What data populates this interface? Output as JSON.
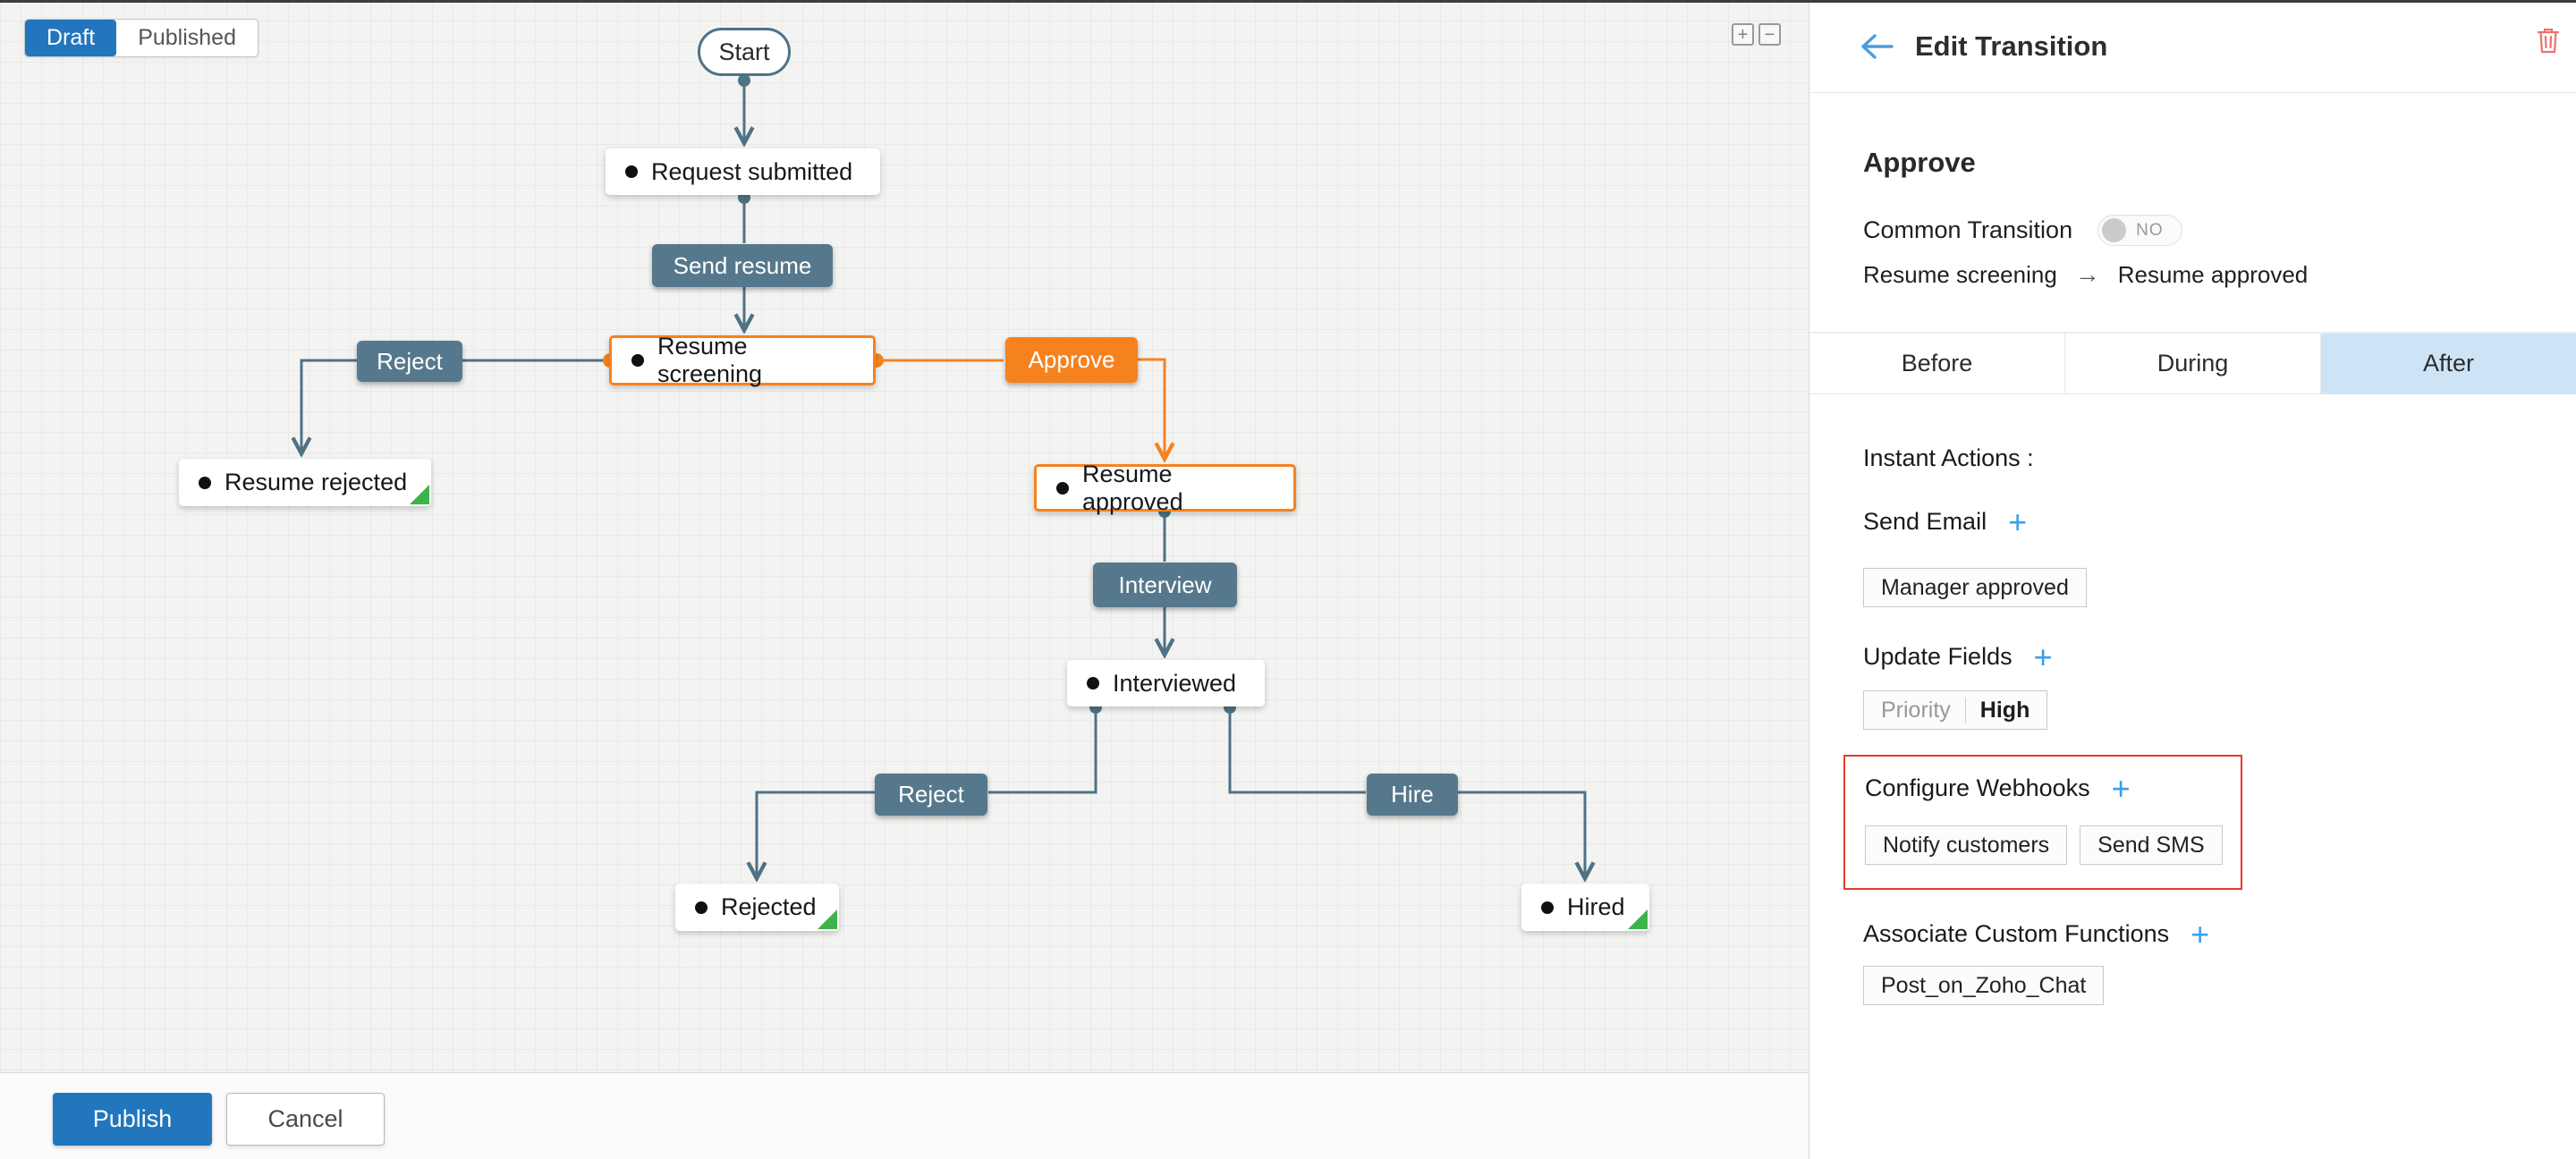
{
  "top": {
    "mode_draft": "Draft",
    "mode_published": "Published",
    "zoom_in": "+",
    "zoom_out": "−"
  },
  "flow": {
    "start": "Start",
    "request_submitted": "Request submitted",
    "send_resume": "Send resume",
    "reject_top": "Reject",
    "resume_screening": "Resume screening",
    "approve": "Approve",
    "resume_rejected": "Resume rejected",
    "resume_approved": "Resume approved",
    "interview": "Interview",
    "interviewed": "Interviewed",
    "reject_bottom": "Reject",
    "hire": "Hire",
    "rejected": "Rejected",
    "hired": "Hired"
  },
  "footer": {
    "publish": "Publish",
    "cancel": "Cancel"
  },
  "panel": {
    "title": "Edit Transition",
    "transition_name": "Approve",
    "common_transition": {
      "label": "Common Transition",
      "value": "NO"
    },
    "path": {
      "from": "Resume screening",
      "arrow": "→",
      "to": "Resume approved"
    },
    "tabs": [
      {
        "label": "Before"
      },
      {
        "label": "During"
      },
      {
        "label": "After"
      }
    ],
    "instant_actions_label": "Instant Actions :",
    "send_email": {
      "label": "Send Email",
      "add": "+",
      "items": [
        "Manager approved"
      ]
    },
    "update_fields": {
      "label": "Update Fields",
      "add": "+",
      "field": {
        "name": "Priority",
        "value": "High"
      }
    },
    "configure_webhooks": {
      "label": "Configure Webhooks",
      "add": "+",
      "items": [
        "Notify customers",
        "Send SMS"
      ]
    },
    "custom_functions": {
      "label": "Associate Custom Functions",
      "add": "+",
      "items": [
        "Post_on_Zoho_Chat"
      ]
    }
  },
  "colors": {
    "accent_blue": "#2176bd",
    "slate": "#56788c",
    "edge_slate": "#4f7285",
    "orange": "#f6821f",
    "tab_active_bg": "#cde4f7",
    "highlight_red": "#e8382d",
    "success_green": "#3cb449",
    "link_blue": "#3b9fe8",
    "trash_red": "#ef7070"
  }
}
